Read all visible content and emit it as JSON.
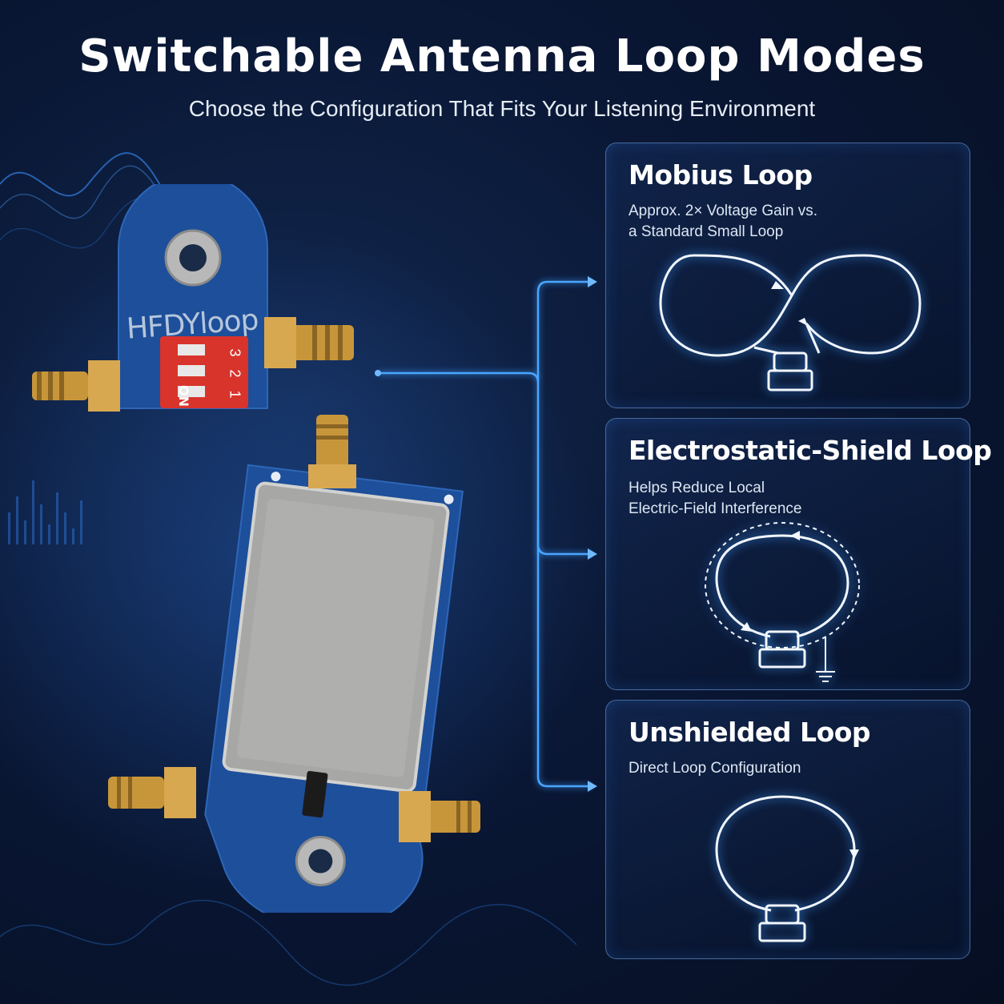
{
  "header": {
    "title": "Switchable Antenna Loop Modes",
    "subtitle": "Choose the Configuration That Fits Your Listening Environment"
  },
  "product": {
    "brand_label": "HFDYloop",
    "dip_switch": {
      "on_label": "ON",
      "positions": [
        "1",
        "2",
        "3"
      ]
    }
  },
  "modes": [
    {
      "title": "Mobius Loop",
      "description_lines": [
        "Approx. 2× Voltage Gain vs.",
        "a Standard Small Loop"
      ],
      "icon": "figure-eight-loop-icon"
    },
    {
      "title": "Electrostatic-Shield Loop",
      "description_lines": [
        "Helps Reduce Local",
        "Electric-Field Interference"
      ],
      "icon": "shielded-loop-icon"
    },
    {
      "title": "Unshielded Loop",
      "description_lines": [
        "Direct Loop Configuration"
      ],
      "icon": "open-loop-icon"
    }
  ],
  "colors": {
    "background": "#0a1836",
    "accent": "#3f9dff",
    "board": "#1d4f9a",
    "dip": "#d8342c",
    "gold": "#c8963a"
  }
}
